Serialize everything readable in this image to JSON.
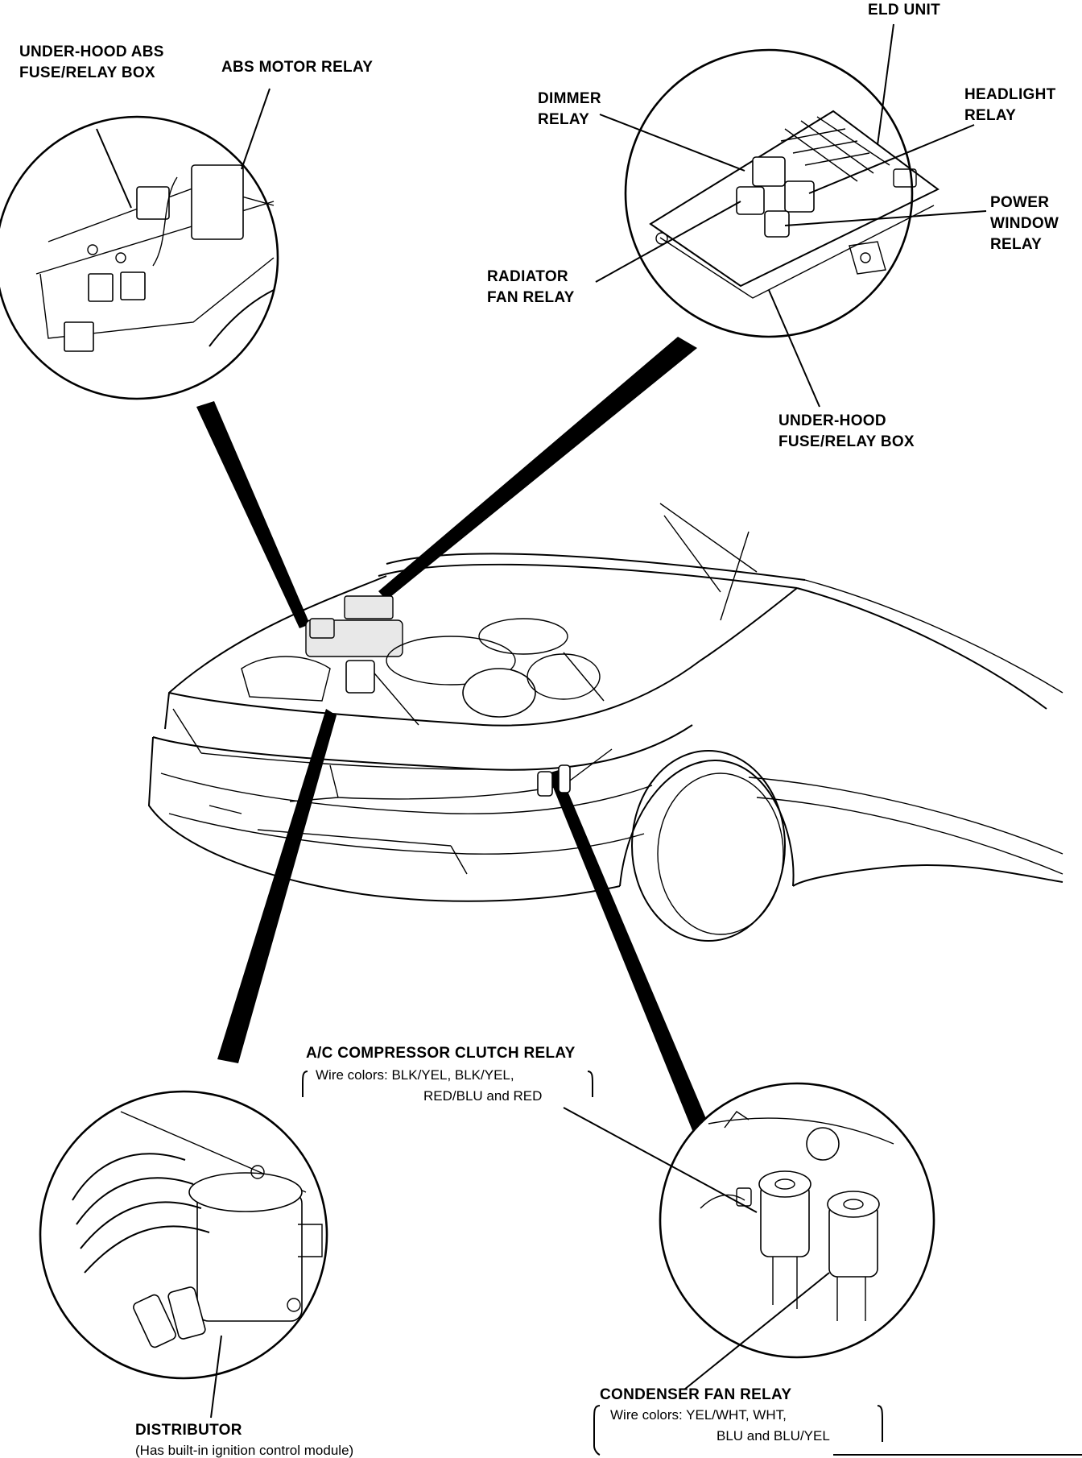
{
  "diagram": {
    "callouts": [
      {
        "id": "abs-fuse-relay-box",
        "lines": [
          "UNDER-HOOD ABS",
          "FUSE/RELAY BOX"
        ]
      },
      {
        "id": "abs-motor-relay",
        "lines": [
          "ABS MOTOR RELAY"
        ]
      },
      {
        "id": "eld-unit",
        "lines": [
          "ELD UNIT"
        ]
      },
      {
        "id": "dimmer-relay",
        "lines": [
          "DIMMER",
          "RELAY"
        ]
      },
      {
        "id": "headlight-relay",
        "lines": [
          "HEADLIGHT",
          "RELAY"
        ]
      },
      {
        "id": "power-window-relay",
        "lines": [
          "POWER",
          "WINDOW",
          "RELAY"
        ]
      },
      {
        "id": "radiator-fan-relay",
        "lines": [
          "RADIATOR",
          "FAN RELAY"
        ]
      },
      {
        "id": "under-hood-fuse-relay-box",
        "lines": [
          "UNDER-HOOD",
          "FUSE/RELAY BOX"
        ]
      },
      {
        "id": "ac-compressor-clutch-relay",
        "title": "A/C COMPRESSOR CLUTCH RELAY",
        "notes": [
          "Wire colors: BLK/YEL, BLK/YEL,",
          "RED/BLU and RED"
        ]
      },
      {
        "id": "condenser-fan-relay",
        "title": "CONDENSER FAN RELAY",
        "notes": [
          "Wire colors: YEL/WHT, WHT,",
          "BLU and BLU/YEL"
        ]
      },
      {
        "id": "distributor",
        "title": "DISTRIBUTOR",
        "notes": [
          "(Has built-in ignition control module)"
        ]
      }
    ]
  }
}
